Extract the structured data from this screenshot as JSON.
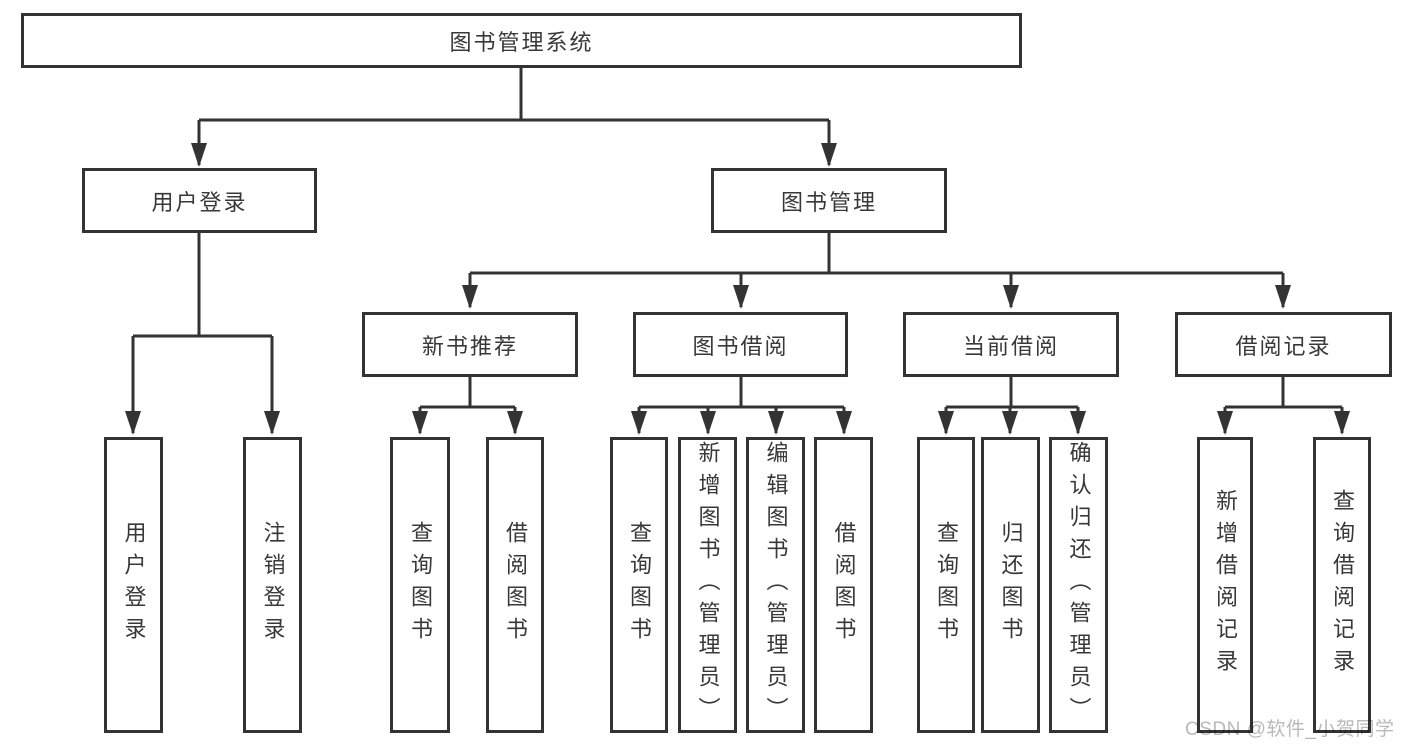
{
  "tree": {
    "label": "图书管理系统",
    "children": [
      {
        "label": "用户登录",
        "children": [
          {
            "label": "用户登录"
          },
          {
            "label": "注销登录"
          }
        ]
      },
      {
        "label": "图书管理",
        "children": [
          {
            "label": "新书推荐",
            "children": [
              {
                "label": "查询图书"
              },
              {
                "label": "借阅图书"
              }
            ]
          },
          {
            "label": "图书借阅",
            "children": [
              {
                "label": "查询图书"
              },
              {
                "label": "新增图书（管理员）"
              },
              {
                "label": "编辑图书（管理员）"
              },
              {
                "label": "借阅图书"
              }
            ]
          },
          {
            "label": "当前借阅",
            "children": [
              {
                "label": "查询图书"
              },
              {
                "label": "归还图书"
              },
              {
                "label": "确认归还（管理员）"
              }
            ]
          },
          {
            "label": "借阅记录",
            "children": [
              {
                "label": "新增借阅记录"
              },
              {
                "label": "查询借阅记录"
              }
            ]
          }
        ]
      }
    ]
  },
  "watermark": {
    "text": "CSDN @软件_小贺同学"
  },
  "colors": {
    "line": "#333333",
    "box_fill": "#ffffff",
    "background": "#ffffff",
    "watermark": "#b9b9b9"
  }
}
